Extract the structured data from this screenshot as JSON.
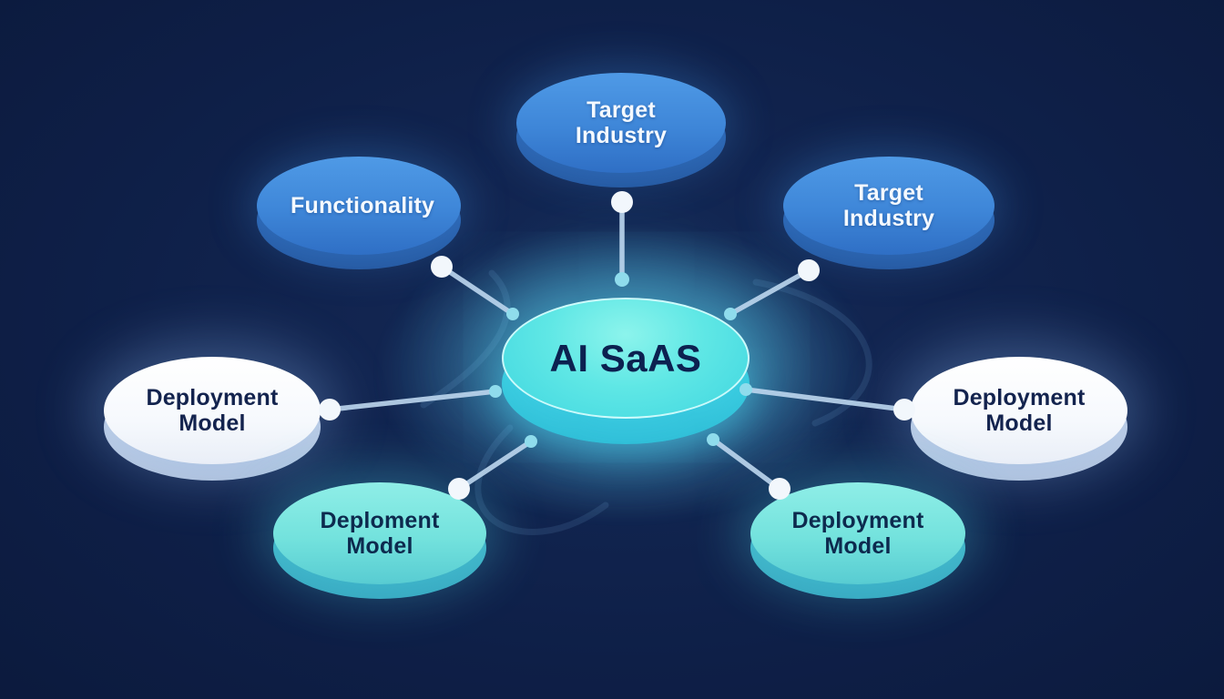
{
  "diagram": {
    "center": {
      "label": "AI SaAS"
    },
    "nodes": [
      {
        "id": "target-industry-top",
        "label": "Target Industry",
        "color": "blue"
      },
      {
        "id": "functionality-upper-left",
        "label": "Functionality",
        "color": "blue"
      },
      {
        "id": "target-industry-upper-right",
        "label": "Target Industry",
        "color": "blue"
      },
      {
        "id": "deployment-model-left",
        "label": "Deployment Model",
        "color": "white"
      },
      {
        "id": "deployment-model-right",
        "label": "Deployment Model",
        "color": "white"
      },
      {
        "id": "deployment-model-bottom-left",
        "label": "Deploment Model",
        "color": "cyan"
      },
      {
        "id": "deployment-model-bottom-right",
        "label": "Deployment Model",
        "color": "cyan"
      }
    ],
    "palette": {
      "background": "#0e1f47",
      "node_blue": "#3e86d8",
      "node_white": "#f6f9fd",
      "node_cyan": "#73e2dd",
      "center_cyan": "#5fe7e5",
      "text_dark": "#0e2152",
      "text_light": "#f4f9ff",
      "connector": "#bdd7ef"
    }
  }
}
